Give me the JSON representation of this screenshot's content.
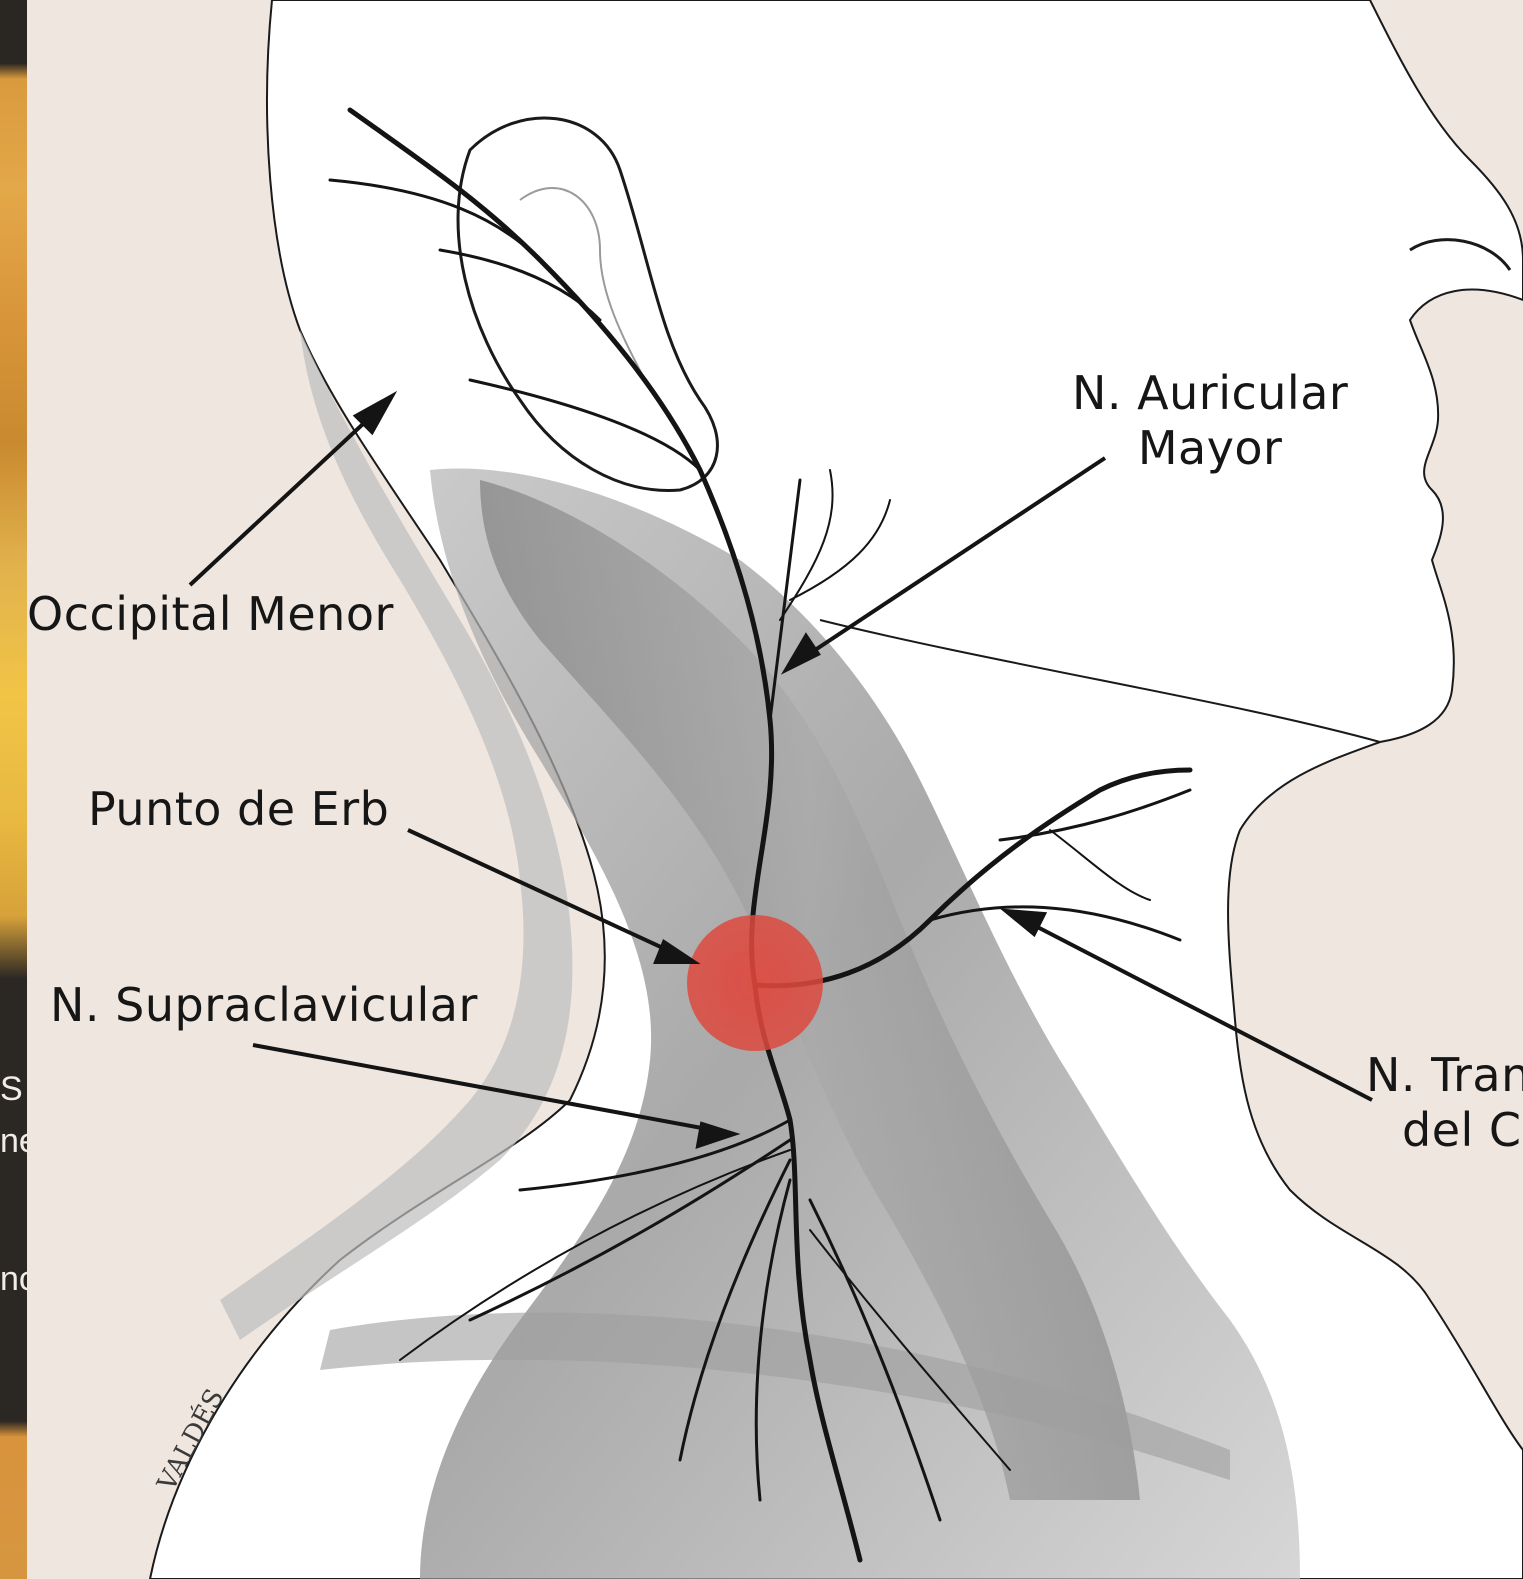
{
  "labels": {
    "occipital_menor": "Occipital Menor",
    "auricular_mayor_line1": "N. Auricular",
    "auricular_mayor_line2": "Mayor",
    "punto_de_erb": "Punto de Erb",
    "supraclavicular": "N. Supraclavicular",
    "transverso_line1": "N. Tran",
    "transverso_line2": "del C"
  },
  "left_strip": {
    "fragment_1": "S",
    "fragment_2": "ne",
    "fragment_3": "nc"
  },
  "signature": "VALDÉS",
  "colors": {
    "background": "#efe7df",
    "skin": "#ffffff",
    "nerve": "#141414",
    "erb_point": "#e0463c",
    "text": "#161616"
  }
}
